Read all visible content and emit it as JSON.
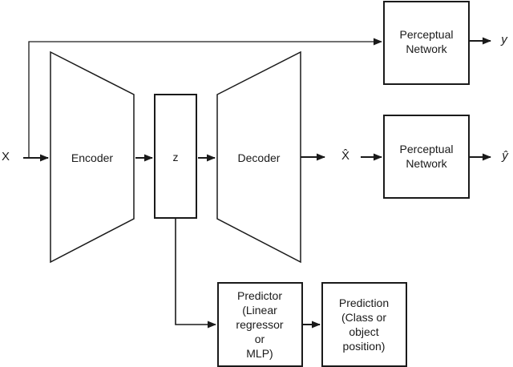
{
  "colors": {
    "stroke": "#1a1a1a",
    "text": "#1a1a1a",
    "background": "#ffffff"
  },
  "nodes": {
    "input_label": "X",
    "encoder_label": "Encoder",
    "latent_label": "z",
    "decoder_label": "Decoder",
    "reconstruction_label": "X̂",
    "perceptual_top": {
      "line1": "Perceptual",
      "line2": "Network"
    },
    "perceptual_top_output": "y",
    "perceptual_bottom": {
      "line1": "Perceptual",
      "line2": "Network"
    },
    "perceptual_bottom_output": "ŷ",
    "predictor": {
      "line1": "Predictor",
      "line2": "(Linear",
      "line3": "regressor",
      "line4": "or",
      "line5": "MLP)"
    },
    "prediction": {
      "line1": "Prediction",
      "line2": "(Class or",
      "line3": "object",
      "line4": "position)"
    }
  }
}
